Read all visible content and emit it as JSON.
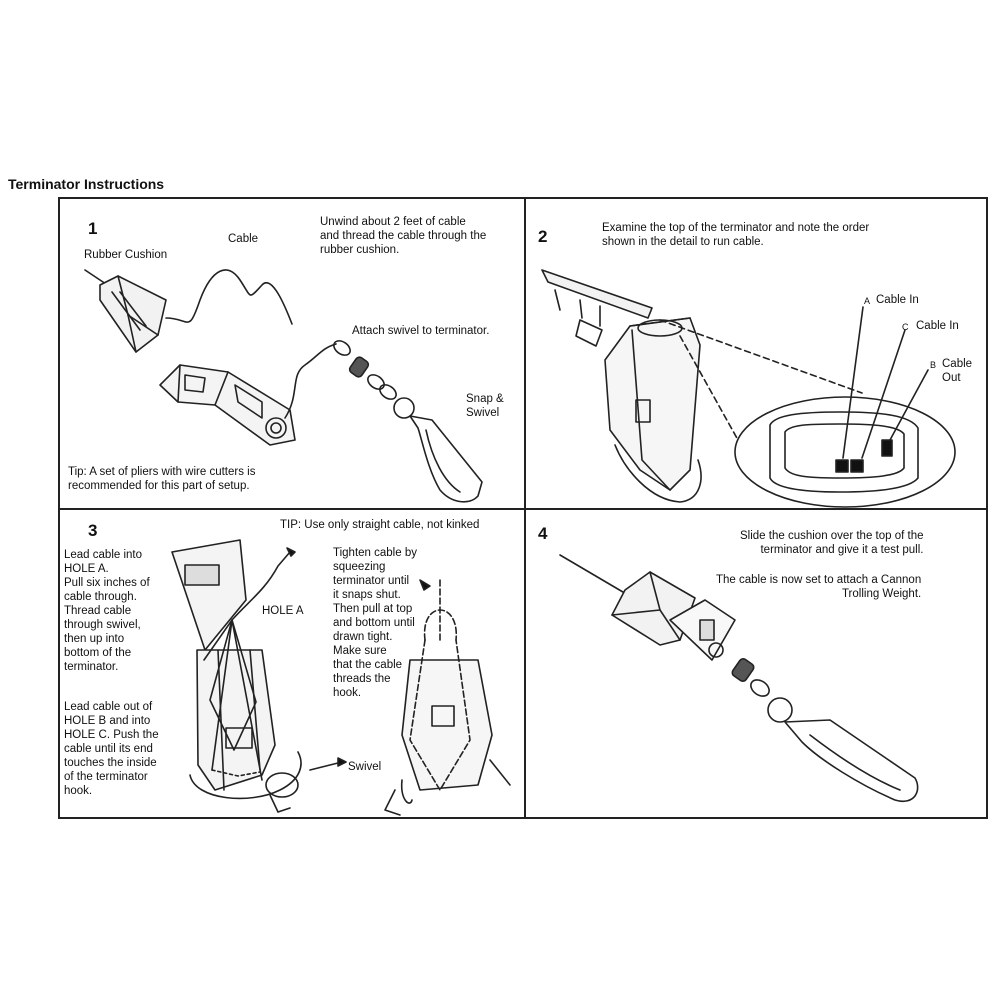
{
  "title": "Terminator Instructions",
  "panels": [
    {
      "number": "1",
      "instruction": "Unwind about 2 feet of cable\nand thread the cable through the\nrubber cushion.",
      "label_rubber_cushion": "Rubber Cushion",
      "label_cable": "Cable",
      "label_attach": "Attach swivel to terminator.",
      "label_snap_swivel": "Snap &\nSwivel",
      "tip": "Tip: A set of pliers with wire cutters is\nrecommended for this part of setup."
    },
    {
      "number": "2",
      "instruction": "Examine the top of the terminator and note the order\nshown in the detail to run cable.",
      "label_a": "A",
      "label_a_text": "Cable In",
      "label_c": "C",
      "label_c_text": "Cable In",
      "label_b": "B",
      "label_b_text": "Cable\nOut"
    },
    {
      "number": "3",
      "tip": "TIP:  Use only straight cable, not kinked",
      "instruction_left_1": "Lead cable into\nHOLE A.\nPull six inches of\ncable through.\nThread cable\nthrough swivel,\nthen up into\nbottom of the\nterminator.",
      "instruction_left_2": "Lead cable out of\nHOLE B and into\nHOLE C. Push the\ncable until its end\ntouches the inside\nof the terminator\nhook.",
      "label_hole_a": "HOLE A",
      "instruction_right": "Tighten cable by\nsqueezing\nterminator until\nit snaps shut.\nThen pull at top\nand bottom until\ndrawn tight.\nMake sure\nthat the cable\nthreads the\nhook.",
      "label_swivel": "Swivel"
    },
    {
      "number": "4",
      "instruction_1": "Slide the cushion over the top of the\nterminator and give it a test pull.",
      "instruction_2": "The cable is now set to attach a Cannon\nTrolling Weight."
    }
  ]
}
